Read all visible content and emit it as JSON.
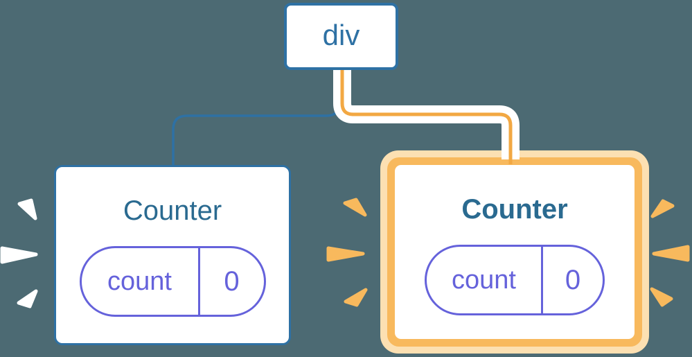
{
  "diagram": {
    "description": "React component tree: a div root with two Counter children; the right Counter is freshly mounted (highlighted in orange with burst sparks), the left is unchanged (white sparks).",
    "root": {
      "label": "div"
    },
    "children": [
      {
        "title": "Counter",
        "highlighted": false,
        "state": {
          "key": "count",
          "value": "0"
        }
      },
      {
        "title": "Counter",
        "highlighted": true,
        "state": {
          "key": "count",
          "value": "0"
        }
      }
    ],
    "colors": {
      "background": "#4C6A73",
      "tree_blue": "#2E71A4",
      "title_text": "#2A6A90",
      "state_purple": "#6562DB",
      "edge_orange": "#F2A843",
      "highlight_ring_orange": "#F8B95D",
      "highlight_ring_peach": "#FCE0B2",
      "spark_white": "#FFFFFF",
      "spark_orange": "#F8B95D"
    }
  }
}
